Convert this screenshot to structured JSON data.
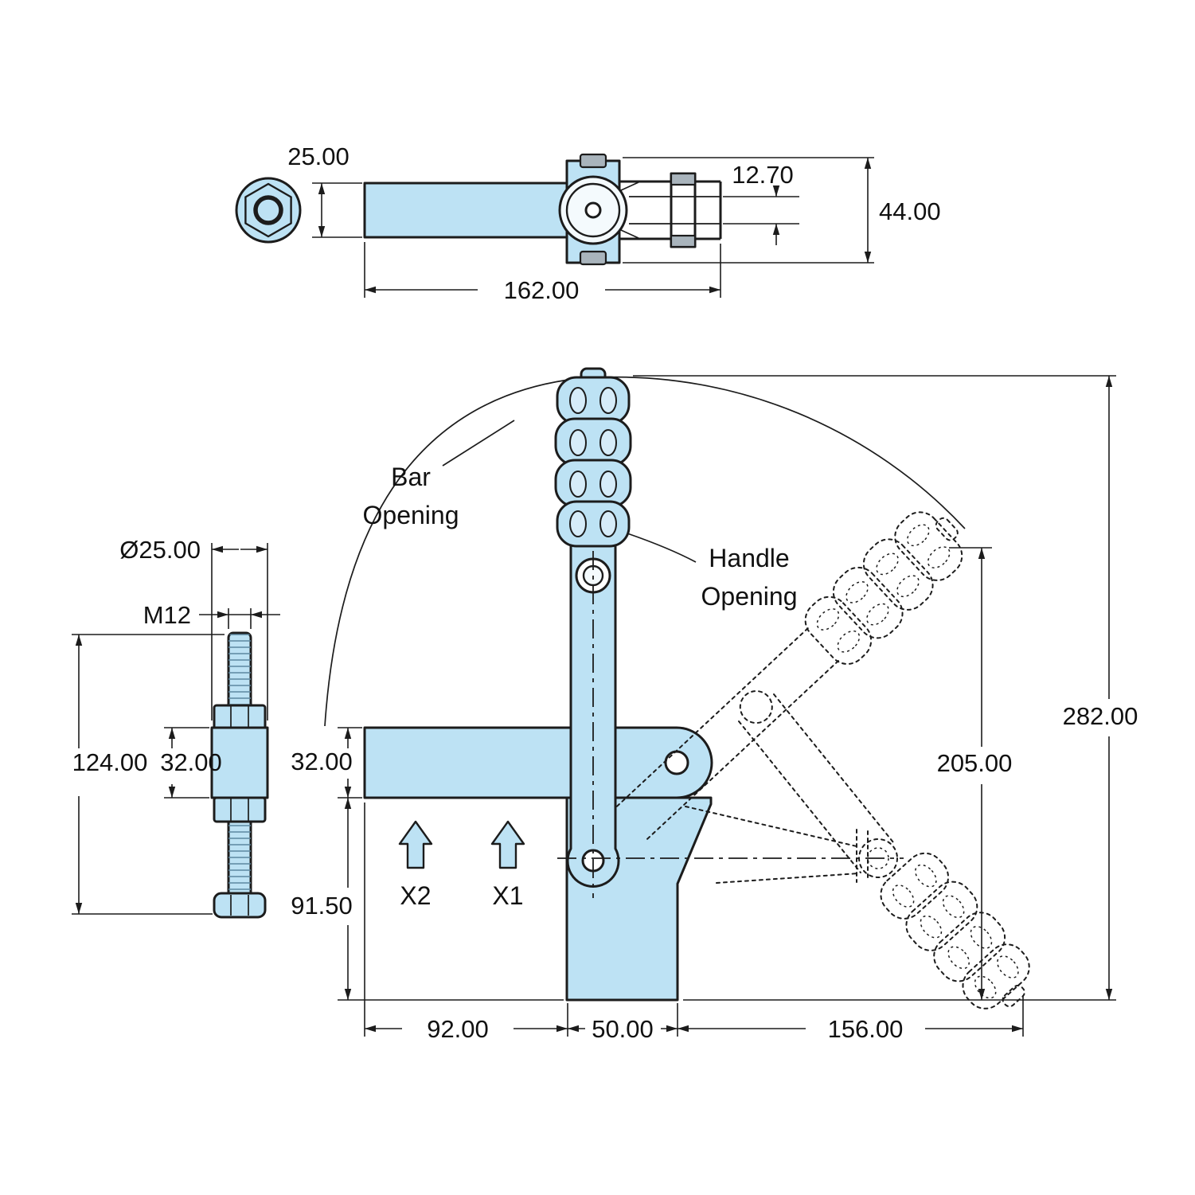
{
  "colors": {
    "part_fill": "#bde2f4",
    "part_light": "#d6ecf9",
    "outline": "#1c1c1c",
    "hardware_gray": "#a9b4bc",
    "background": "#ffffff"
  },
  "top_view": {
    "bar_height": "25.00",
    "slot_width": "12.70",
    "overall_height": "44.00",
    "bar_length": "162.00"
  },
  "spindle_view": {
    "diameter": "Ø25.00",
    "thread": "M12",
    "overall_length": "124.00",
    "spacer_height": "32.00"
  },
  "main_view": {
    "labels": {
      "bar_line1": "Bar",
      "bar_line2": "Opening",
      "handle_line1": "Handle",
      "handle_line2": "Opening",
      "x2": "X2",
      "x1": "X1"
    },
    "dims": {
      "bar_thickness": "32.00",
      "base_height": "91.50",
      "overall_height": "282.00",
      "open_height": "205.00",
      "bar_reach": "92.00",
      "base_width": "50.00",
      "handle_reach": "156.00"
    }
  }
}
